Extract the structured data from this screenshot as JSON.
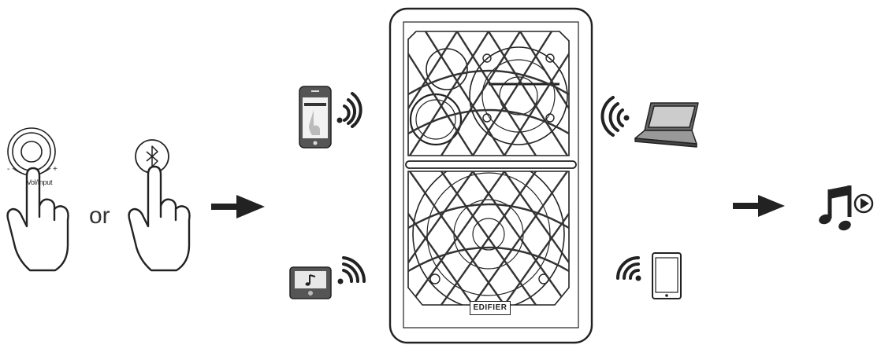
{
  "labels": {
    "or": "or",
    "knob_minus": "-",
    "knob_plus": "+",
    "knob": "Vol/Input",
    "brand": "EDIFIER"
  },
  "icons": {
    "knob": "volume-input-knob-icon",
    "hand_knob": "pointing-hand-icon",
    "bluetooth_button": "bluetooth-button-icon",
    "hand_bluetooth": "pointing-hand-icon",
    "arrow_to_speaker": "arrow-right-icon",
    "smartphone": "smartphone-icon",
    "music_player": "music-player-icon",
    "laptop": "laptop-icon",
    "tablet": "tablet-icon",
    "speaker": "speaker-icon",
    "arrow_to_music": "arrow-right-icon",
    "music_play": "music-note-play-icon"
  },
  "colors": {
    "line": "#222222",
    "fill": "#ffffff"
  }
}
